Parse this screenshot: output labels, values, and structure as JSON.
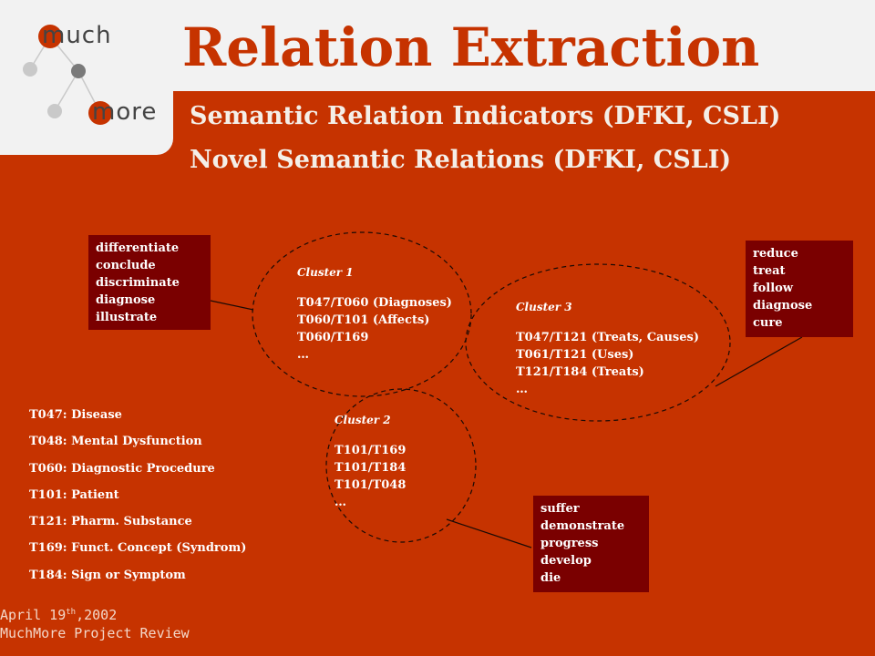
{
  "logo": {
    "word_top": "much",
    "word_bottom": "more",
    "node_color": "#c9c9c9",
    "accent": "#c63300"
  },
  "title": "Relation Extraction",
  "subtitles": [
    "Semantic Relation Indicators (DFKI, CSLI)",
    "Novel Semantic Relations (DFKI, CSLI)"
  ],
  "clusters": [
    {
      "name": "Cluster 1",
      "lines": [
        "T047/T060 (Diagnoses)",
        "T060/T101 (Affects)",
        "T060/T169",
        "…"
      ]
    },
    {
      "name": "Cluster 3",
      "lines": [
        "T047/T121 (Treats, Causes)",
        "T061/T121 (Uses)",
        "T121/T184 (Treats)",
        "…"
      ]
    },
    {
      "name": "Cluster 2",
      "lines": [
        "T101/T169",
        "T101/T184",
        "T101/T048",
        "…"
      ]
    }
  ],
  "word_boxes": [
    {
      "words": [
        "differentiate",
        "conclude",
        "discriminate",
        "diagnose",
        "illustrate"
      ]
    },
    {
      "words": [
        "reduce",
        "treat",
        "follow",
        "diagnose",
        "cure"
      ]
    },
    {
      "words": [
        "suffer",
        "demonstrate",
        "progress",
        "develop",
        "die"
      ]
    }
  ],
  "legend": [
    "T047: Disease",
    "T048: Mental Dysfunction",
    "T060: Diagnostic Procedure",
    "T101: Patient",
    "T121: Pharm. Substance",
    "T169: Funct. Concept (Syndrom)",
    "T184: Sign or Symptom"
  ],
  "footer": {
    "date_prefix": "April 19",
    "date_sup": "th",
    "date_suffix": ",2002",
    "project": "MuchMore Project Review"
  },
  "colors": {
    "background": "#c63300",
    "box": "#7a0000",
    "band": "#f2f2f2"
  }
}
